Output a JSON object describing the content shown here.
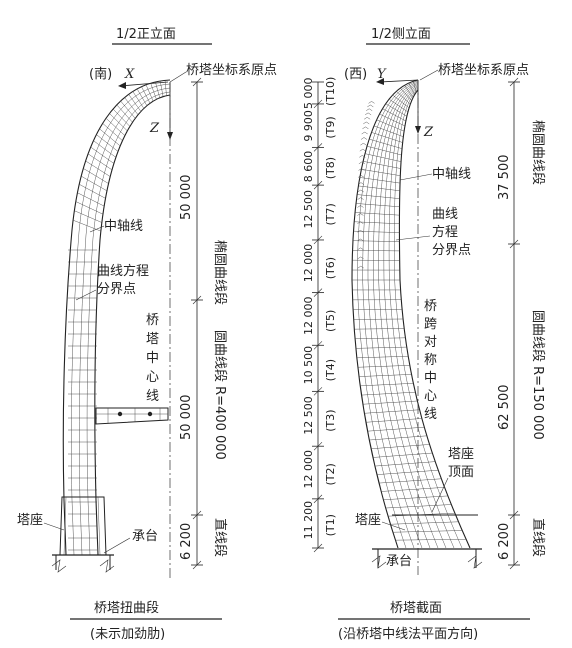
{
  "left": {
    "title": "1/2正立面",
    "direction_label": "(南)",
    "axis_x": "X",
    "axis_z": "Z",
    "origin_label": "桥塔坐标系原点",
    "dim_top": "50 000",
    "dim_mid": "50 000",
    "dim_bottom": "6 200",
    "seg_ellipse": "椭圆曲线段",
    "seg_arc": "圆曲线段 R=400 000",
    "seg_straight": "直线段",
    "center_axis": "中轴线",
    "curve_boundary": "曲线方程分界点",
    "tower_center": "桥塔中心线",
    "base": "塔座",
    "cap": "承台",
    "caption": "桥塔扭曲段",
    "subcaption": "(未示加劲肋)"
  },
  "right": {
    "title": "1/2侧立面",
    "direction_label": "(西)",
    "axis_y": "Y",
    "axis_z": "Z",
    "origin_label": "桥塔坐标系原点",
    "segments": [
      {
        "dim": "5 000",
        "label": "(T10)"
      },
      {
        "dim": "9 900",
        "label": "(T9)"
      },
      {
        "dim": "8 600",
        "label": "(T8)"
      },
      {
        "dim": "12 500",
        "label": "(T7)"
      },
      {
        "dim": "12 000",
        "label": "(T6)"
      },
      {
        "dim": "12 000",
        "label": "(T5)"
      },
      {
        "dim": "10 500",
        "label": "(T4)"
      },
      {
        "dim": "12 500",
        "label": "(T3)"
      },
      {
        "dim": "12 000",
        "label": "(T2)"
      },
      {
        "dim": "11 200",
        "label": "(T1)"
      }
    ],
    "dim_top": "37 500",
    "dim_mid": "62 500",
    "dim_bottom": "6 200",
    "seg_ellipse": "椭圆曲线段",
    "seg_arc": "圆曲线段 R=150 000",
    "seg_straight": "直线段",
    "center_axis": "中轴线",
    "curve_boundary": "曲线方程分界点",
    "span_center": "桥跨对称中心线",
    "base_top": "塔座顶面",
    "base": "塔座",
    "cap": "承台",
    "caption": "桥塔截面",
    "subcaption": "(沿桥塔中线法平面方向)"
  }
}
